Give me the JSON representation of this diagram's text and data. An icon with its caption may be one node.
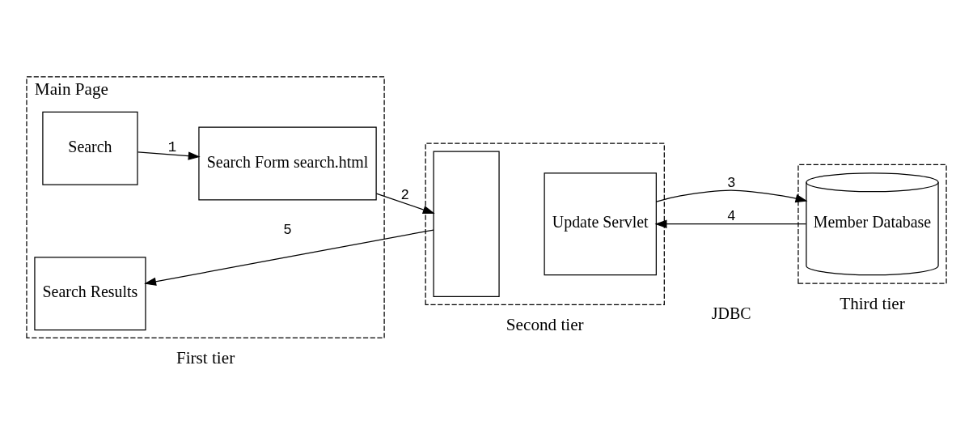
{
  "diagram": {
    "nodes": [
      {
        "text": [
          "Main Page",
          "First tier"
        ]
      },
      {
        "text": [
          "Search"
        ],
        "in": 0
      },
      {
        "text": [
          "Search Form search.html"
        ],
        "in": 0
      },
      {
        "text": [
          "Search Results"
        ],
        "in": 0
      },
      {
        "text": [
          "Second tier"
        ]
      },
      {
        "text": [],
        "shape": "box",
        "in": 4
      },
      {
        "text": [
          "Update Servlet"
        ],
        "in": 4
      },
      {
        "text": [
          "Third tier"
        ]
      },
      {
        "text": [
          "Member Database"
        ],
        "in": 7
      }
    ],
    "edges": [
      {
        "from": 1,
        "to": 2,
        "arrow": "to",
        "label": "1"
      },
      {
        "from": 2,
        "to": 5,
        "arrow": "to",
        "label": "2"
      },
      {
        "from": 6,
        "to": 8,
        "arrow": "to",
        "label": "3"
      },
      {
        "from": 8,
        "to": 6,
        "arrow": "to",
        "label": "4"
      },
      {
        "from": 5,
        "to": 3,
        "arrow": "to",
        "label": "5"
      }
    ],
    "labels": [
      "JDBC"
    ]
  }
}
